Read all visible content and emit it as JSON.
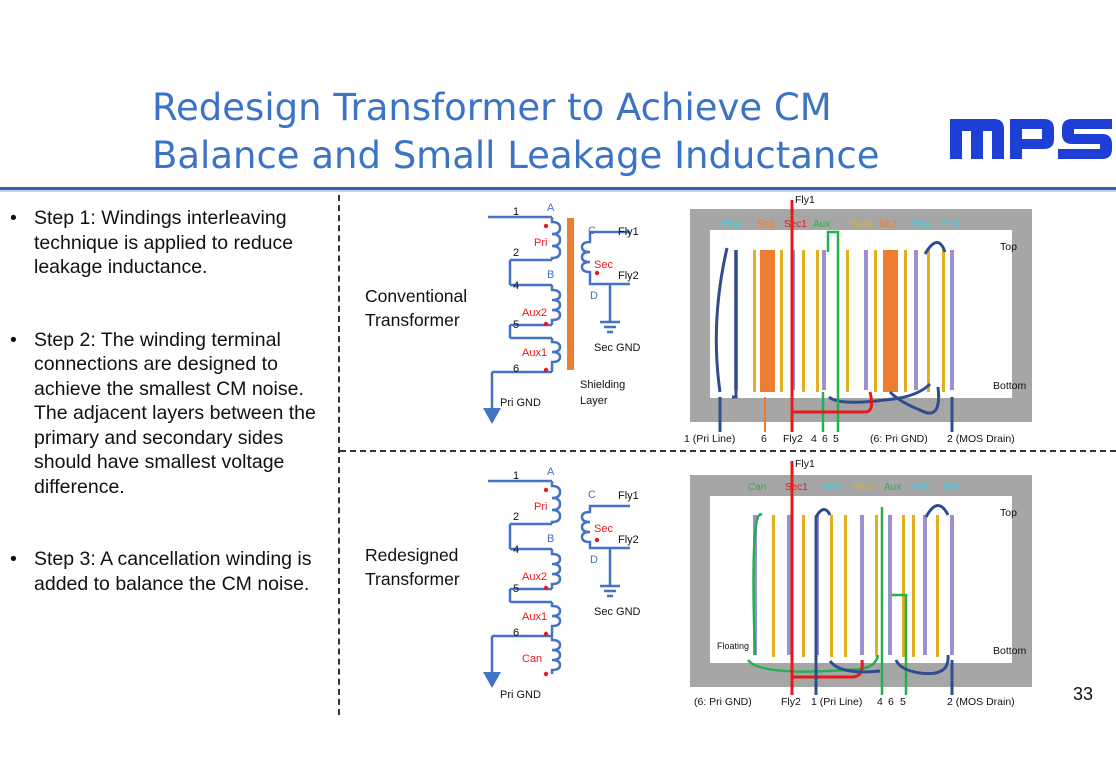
{
  "title": {
    "line1": "Redesign Transformer to Achieve CM",
    "line2": "Balance and Small Leakage Inductance"
  },
  "logo": {
    "text": "MPS",
    "color": "#1e3fd6"
  },
  "bullets": [
    {
      "text": "Step 1: Windings interleaving technique is applied to reduce leakage inductance."
    },
    {
      "text": "Step 2: The winding terminal connections are designed to achieve the smallest CM noise. The adjacent layers between the primary and secondary sides should have smallest voltage difference."
    },
    {
      "text": "Step 3: A cancellation winding is added to balance the CM noise."
    }
  ],
  "page_number": "33",
  "conventional": {
    "caption_line1": "Conventional",
    "caption_line2": "Transformer",
    "schematic": {
      "pins": [
        "1",
        "2",
        "4",
        "5",
        "6"
      ],
      "nodes": [
        "A",
        "B",
        "C",
        "D"
      ],
      "windings": [
        "Pri",
        "Aux2",
        "Aux1",
        "Sec"
      ],
      "fly1": "Fly1",
      "fly2": "Fly2",
      "sec_gnd": "Sec GND",
      "pri_gnd": "Pri GND",
      "shielding_line1": "Shielding",
      "shielding_line2": "Layer"
    },
    "cross_section": {
      "top_label": "Fly1",
      "layers": [
        "Pri1",
        "Sh1",
        "Sec1",
        "Aux",
        "Sec2",
        "Sh2",
        "Pri2",
        "Pri3"
      ],
      "top": "Top",
      "bottom": "Bottom",
      "bottom_labels": [
        "1 (Pri Line)",
        "6",
        "Fly2",
        "4",
        "6",
        "5",
        "(6: Pri GND)",
        "2 (MOS Drain)"
      ]
    }
  },
  "redesigned": {
    "caption_line1": "Redesigned",
    "caption_line2": "Transformer",
    "schematic": {
      "pins": [
        "1",
        "2",
        "4",
        "5",
        "6"
      ],
      "nodes": [
        "A",
        "B",
        "C",
        "D"
      ],
      "windings": [
        "Pri",
        "Aux2",
        "Aux1",
        "Can",
        "Sec"
      ],
      "fly1": "Fly1",
      "fly2": "Fly2",
      "sec_gnd": "Sec GND",
      "pri_gnd": "Pri GND"
    },
    "cross_section": {
      "top_label": "Fly1",
      "layers": [
        "Can",
        "Sec1",
        "Pri1",
        "Sec2",
        "Aux",
        "Pri2",
        "Pri3"
      ],
      "top": "Top",
      "bottom": "Bottom",
      "floating": "Floating",
      "bottom_labels": [
        "(6: Pri GND)",
        "Fly2",
        "1 (Pri Line)",
        "4",
        "6",
        "5",
        "2 (MOS Drain)"
      ]
    }
  },
  "colors": {
    "title": "#3b74c6",
    "wire": "#4472c4",
    "red": "#e8191c",
    "orange": "#ed7d31",
    "yellow": "#f2c020",
    "green": "#22b14c",
    "gray": "#a6a6a6",
    "navy": "#2f4d8c",
    "coil": "#8e7cc3",
    "cyan": "#3fd0e8"
  }
}
